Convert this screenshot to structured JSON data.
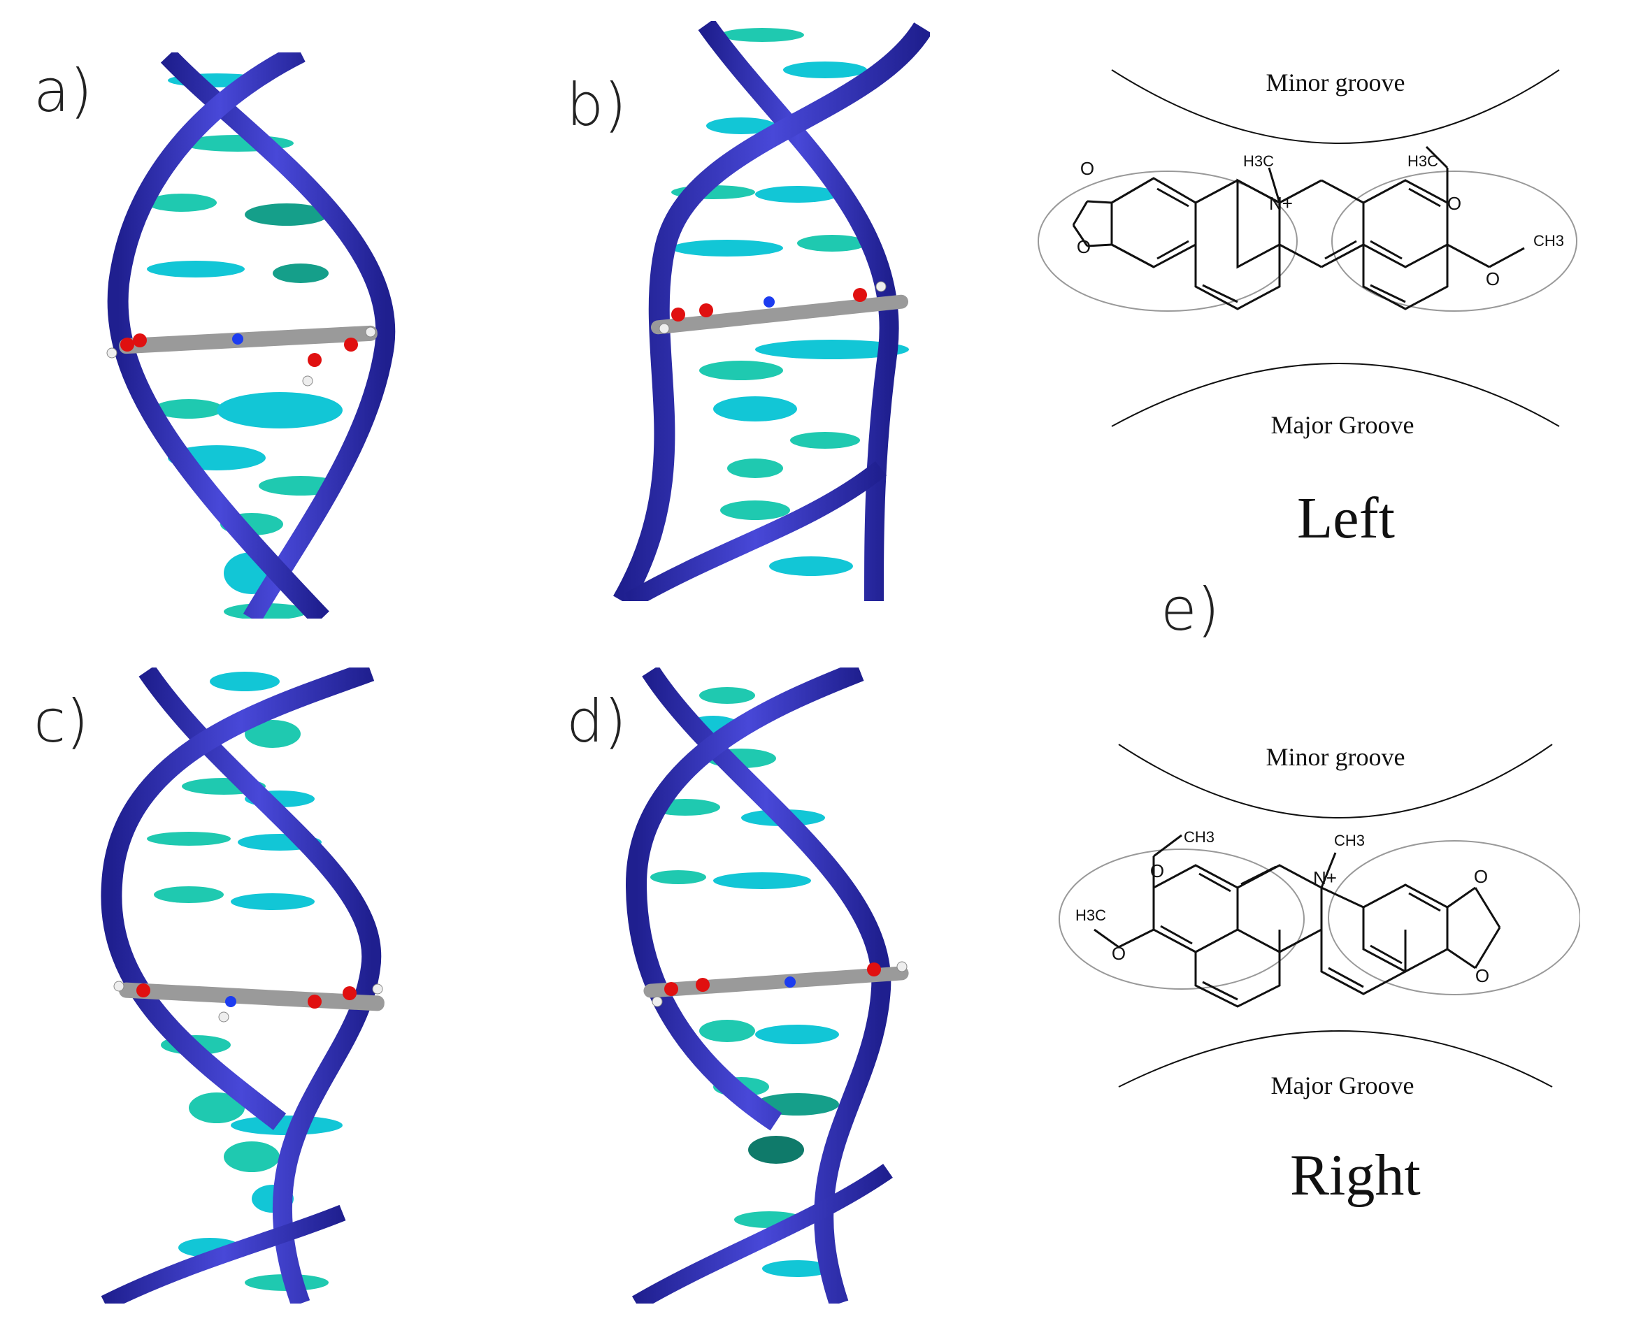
{
  "panels": {
    "a": "a)",
    "b": "b)",
    "c": "c)",
    "d": "d)",
    "e": "e)"
  },
  "scheme_left": {
    "minor": "Minor groove",
    "major": "Major Groove",
    "title": "Left",
    "n_methyl": "H3C",
    "n_plus": "N+",
    "ome_top": "H3C",
    "ome_right": "CH3",
    "o1": "O",
    "o2": "O",
    "o3": "O",
    "o4": "O"
  },
  "scheme_right": {
    "minor": "Minor groove",
    "major": "Major Groove",
    "title": "Right",
    "n_methyl": "CH3",
    "n_plus": "N+",
    "ome_top": "CH3",
    "ome_left": "H3C",
    "o1": "O",
    "o2": "O",
    "o3": "O",
    "o4": "O"
  },
  "colors": {
    "backbone": "#3a3acb",
    "backbone_dark": "#1f1f8f",
    "base_teal": "#1fc9b0",
    "base_cyan": "#12c6d6",
    "carbon": "#9a9a9a",
    "oxygen": "#e01010",
    "nitrogen": "#1c3cf0",
    "hydrogen": "#eeeeee"
  }
}
